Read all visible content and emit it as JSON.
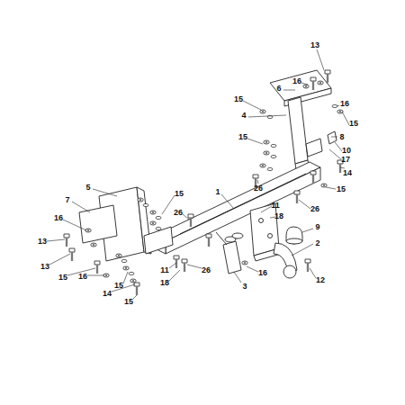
{
  "diagram": {
    "labels": [
      "13",
      "16",
      "6",
      "15",
      "16",
      "4",
      "15",
      "8",
      "15",
      "10",
      "17",
      "14",
      "15",
      "26",
      "1",
      "5",
      "15",
      "7",
      "26",
      "11",
      "26",
      "18",
      "16",
      "9",
      "2",
      "13",
      "13",
      "15",
      "16",
      "15",
      "11",
      "26",
      "16",
      "12",
      "14",
      "18",
      "3",
      "15"
    ]
  }
}
